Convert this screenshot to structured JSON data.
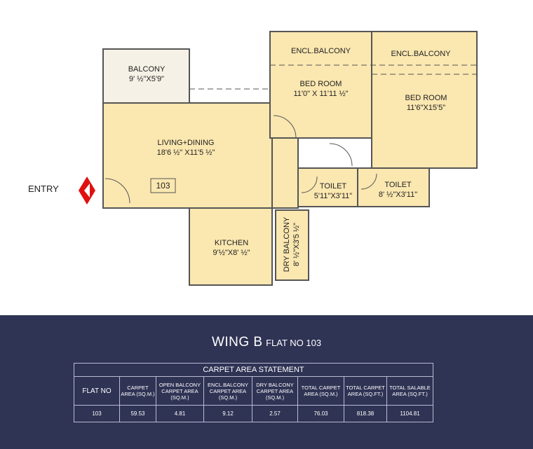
{
  "plan": {
    "entry_label": "ENTRY",
    "flat_tag": "103",
    "rooms": [
      {
        "name": "BALCONY",
        "dims": "9' ½\"X5'9\""
      },
      {
        "name": "LIVING+DINING",
        "dims": "18'6 ½\" X11'5 ½\""
      },
      {
        "name": "ENCL.BALCONY"
      },
      {
        "name": "BED ROOM",
        "dims": "11'0\" X 11'11 ½\""
      },
      {
        "name": "ENCL.BALCONY"
      },
      {
        "name": "BED ROOM",
        "dims": "11'6\"X15'5\""
      },
      {
        "name": "TOILET",
        "dims": "5'11\"X3'11\""
      },
      {
        "name": "TOILET",
        "dims": "8' ½\"X3'11\""
      },
      {
        "name": "KITCHEN",
        "dims": "9'½\"X8' ½\""
      },
      {
        "name": "DRY BALCONY",
        "dims": "8' ½\"X3'5 ½\""
      }
    ],
    "colors": {
      "room": "#fbe7b0",
      "wall": "#555555",
      "entry": "#e01010"
    }
  },
  "header": {
    "wing": "WING B",
    "flat": "FLAT NO 103"
  },
  "table": {
    "title": "CARPET AREA STATEMENT",
    "headers": [
      "FLAT NO",
      "CARPET AREA (SQ.M.)",
      "OPEN BALCONY CARPET AREA (SQ.M.)",
      "ENCL.BALCONY CARPET AREA (SQ.M.)",
      "DRY BALCONY CARPET AREA (SQ.M.)",
      "TOTAL CARPET AREA (SQ.M.)",
      "TOTAL CARPET AREA (SQ.FT.)",
      "TOTAL SALABLE AREA (SQ.FT.)"
    ],
    "rows": [
      [
        "103",
        "59.53",
        "4.81",
        "9.12",
        "2.57",
        "76.03",
        "818.38",
        "1104.81"
      ]
    ]
  }
}
